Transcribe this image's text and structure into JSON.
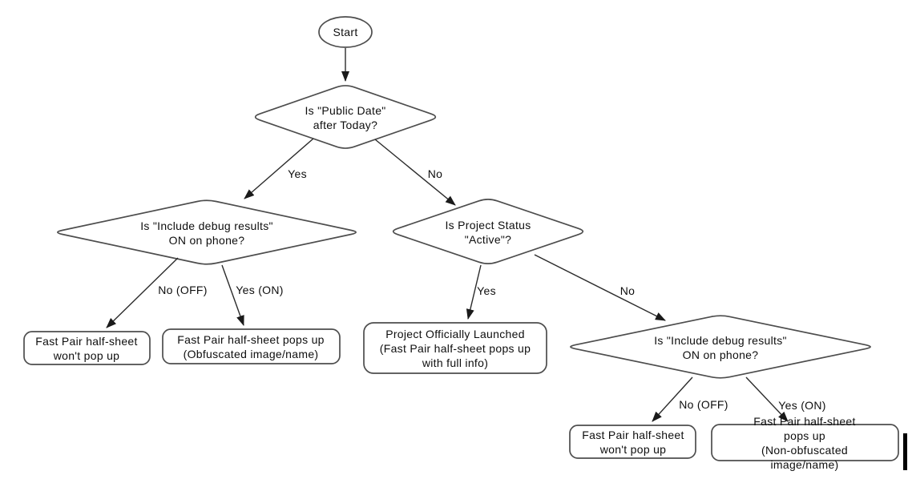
{
  "colors": {
    "background": "#ffffff",
    "shape_stroke": "#4d4d4d",
    "connector": "#2b2b2b",
    "text": "#0e0e0e"
  },
  "flowchart": {
    "nodes": {
      "start": "Start",
      "decision_public_date": "Is \"Public Date\"\nafter Today?",
      "decision_debug_left": "Is \"Include debug results\"\nON on phone?",
      "decision_project_status": "Is Project Status\n\"Active\"?",
      "decision_debug_right": "Is \"Include debug results\"\nON on phone?",
      "outcome_left_no_popup": "Fast Pair half-sheet\nwon't pop up",
      "outcome_left_obfuscated": "Fast Pair half-sheet pops up\n(Obfuscated image/name)",
      "outcome_launched": "Project Officially Launched\n(Fast Pair half-sheet pops up\nwith full info)",
      "outcome_right_no_popup": "Fast Pair half-sheet\nwon't pop up",
      "outcome_right_non_obfuscated": "Fast Pair half-sheet pops up\n(Non-obfuscated image/name)"
    },
    "edge_labels": {
      "public_date_yes": "Yes",
      "public_date_no": "No",
      "debug_left_no": "No (OFF)",
      "debug_left_yes": "Yes (ON)",
      "project_status_yes": "Yes",
      "project_status_no": "No",
      "debug_right_no": "No (OFF)",
      "debug_right_yes": "Yes (ON)"
    }
  }
}
